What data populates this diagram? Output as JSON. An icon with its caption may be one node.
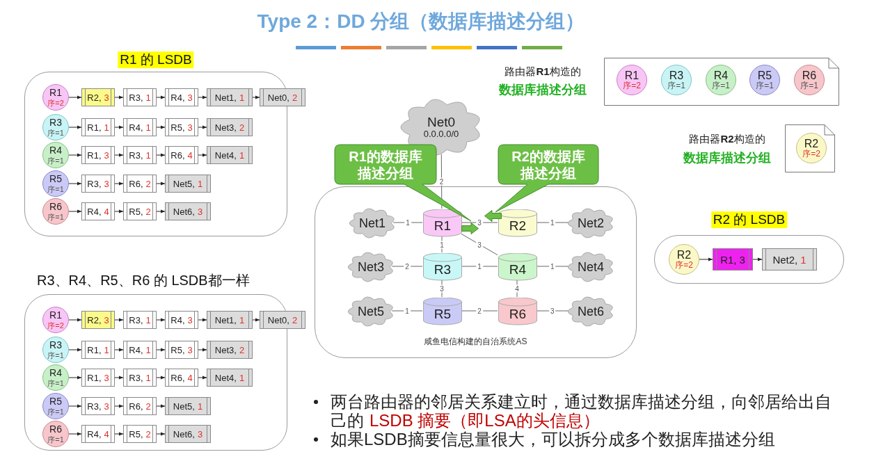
{
  "diagram": {
    "title": "Type 2：DD 分组（数据库描述分组）",
    "nodes": [
      {
        "text": [
          "R1 的 LSDB"
        ]
      },
      {
        "text": [
          "R1",
          "序=2"
        ],
        "in": 0
      },
      {
        "text": [
          "R2,",
          "3"
        ],
        "in": 0
      },
      {
        "text": [
          "R3,",
          "1"
        ],
        "in": 0
      },
      {
        "text": [
          "R4,",
          "3"
        ],
        "in": 0
      },
      {
        "text": [
          "Net1,",
          "1"
        ],
        "in": 0
      },
      {
        "text": [
          "Net0,",
          "2"
        ]
      },
      {
        "text": [
          "R3",
          "序=1"
        ],
        "in": 0
      },
      {
        "text": [
          "R1,",
          "1"
        ],
        "in": 0
      },
      {
        "text": [
          "R4,",
          "1"
        ],
        "in": 0
      },
      {
        "text": [
          "R5,",
          "3"
        ],
        "in": 0
      },
      {
        "text": [
          "Net3,",
          "2"
        ],
        "in": 0
      },
      {
        "text": [
          "R4",
          "序=1"
        ],
        "in": 0
      },
      {
        "text": [
          "R1,",
          "3"
        ],
        "in": 0
      },
      {
        "text": [
          "R3,",
          "1"
        ],
        "in": 0
      },
      {
        "text": [
          "R6,",
          "4"
        ],
        "in": 0
      },
      {
        "text": [
          "Net4,",
          "1"
        ],
        "in": 0
      },
      {
        "text": [
          "R5",
          "序=1"
        ],
        "in": 0
      },
      {
        "text": [
          "R3,",
          "3"
        ],
        "in": 0
      },
      {
        "text": [
          "R6,",
          "2"
        ],
        "in": 0
      },
      {
        "text": [
          "Net5,",
          "1"
        ],
        "in": 0
      },
      {
        "text": [
          "R6",
          "序=1"
        ],
        "in": 0
      },
      {
        "text": [
          "R4,",
          "4"
        ],
        "in": 0
      },
      {
        "text": [
          "R5,",
          "2"
        ],
        "in": 0
      },
      {
        "text": [
          "Net6,",
          "3"
        ],
        "in": 0
      },
      {
        "text": [
          "R3、R4、R5、R6 的 LSDB都一样"
        ]
      },
      {
        "text": [
          "R1",
          "序=2"
        ],
        "in": 25
      },
      {
        "text": [
          "R2,",
          "3"
        ],
        "in": 25
      },
      {
        "text": [
          "R3,",
          "1"
        ],
        "in": 25
      },
      {
        "text": [
          "R4,",
          "3"
        ],
        "in": 25
      },
      {
        "text": [
          "Net1,",
          "1"
        ],
        "in": 25
      },
      {
        "text": [
          "Net0,",
          "2"
        ]
      },
      {
        "text": [
          "R3",
          "序=1"
        ],
        "in": 25
      },
      {
        "text": [
          "R1,",
          "1"
        ],
        "in": 25
      },
      {
        "text": [
          "R4,",
          "1"
        ],
        "in": 25
      },
      {
        "text": [
          "R5,",
          "3"
        ],
        "in": 25
      },
      {
        "text": [
          "Net3,",
          "2"
        ],
        "in": 25
      },
      {
        "text": [
          "R4",
          "序=1"
        ],
        "in": 25
      },
      {
        "text": [
          "R1,",
          "3"
        ],
        "in": 25
      },
      {
        "text": [
          "R3,",
          "1"
        ],
        "in": 25
      },
      {
        "text": [
          "R6,",
          "4"
        ],
        "in": 25
      },
      {
        "text": [
          "Net4,",
          "1"
        ],
        "in": 25
      },
      {
        "text": [
          "R5",
          "序=1"
        ],
        "in": 25
      },
      {
        "text": [
          "R3,",
          "3"
        ],
        "in": 25
      },
      {
        "text": [
          "R6,",
          "2"
        ],
        "in": 25
      },
      {
        "text": [
          "Net5,",
          "1"
        ],
        "in": 25
      },
      {
        "text": [
          "R6",
          "序=1"
        ],
        "in": 25
      },
      {
        "text": [
          "R4,",
          "4"
        ],
        "in": 25
      },
      {
        "text": [
          "R5,",
          "2"
        ],
        "in": 25
      },
      {
        "text": [
          "Net6,",
          "3"
        ],
        "in": 25
      },
      {
        "text": [],
        "shape": "document",
        "beside": [
          "路由器**R1**构造的",
          "数据库描述分组"
        ]
      },
      {
        "text": [
          "R1",
          "序=2"
        ],
        "in": 50
      },
      {
        "text": [
          "R3",
          "序=1"
        ],
        "in": 50
      },
      {
        "text": [
          "R4",
          "序=1"
        ],
        "in": 50
      },
      {
        "text": [
          "R5",
          "序=1"
        ],
        "in": 50
      },
      {
        "text": [
          "R6",
          "序=1"
        ],
        "in": 50
      },
      {
        "text": [],
        "shape": "document",
        "beside": [
          "路由器**R2**构造的",
          "数据库描述分组"
        ]
      },
      {
        "text": [
          "R2",
          "序=2"
        ],
        "in": 56
      },
      {
        "text": [
          "R2 的 LSDB"
        ]
      },
      {
        "text": [
          "R2",
          "序=2"
        ],
        "in": 58
      },
      {
        "text": [
          "R1,",
          "3"
        ],
        "in": 58
      },
      {
        "text": [
          "Net2,",
          "1"
        ],
        "in": 58
      },
      {
        "text": [
          "Net0",
          "0.0.0.0/0"
        ]
      },
      {
        "text": [
          "咸鱼电信构建的自治系统AS"
        ]
      },
      {
        "text": [
          "Net1"
        ],
        "in": 63
      },
      {
        "text": [
          "R1"
        ],
        "in": 63
      },
      {
        "text": [
          "R2"
        ],
        "in": 63
      },
      {
        "text": [
          "Net2"
        ],
        "in": 63
      },
      {
        "text": [
          "Net3"
        ],
        "in": 63
      },
      {
        "text": [
          "R3"
        ],
        "in": 63
      },
      {
        "text": [
          "R4"
        ],
        "in": 63
      },
      {
        "text": [
          "Net4"
        ],
        "in": 63
      },
      {
        "text": [
          "Net5"
        ],
        "in": 63
      },
      {
        "text": [
          "R5"
        ],
        "in": 63
      },
      {
        "text": [
          "R6"
        ],
        "in": 63
      },
      {
        "text": [
          "Net6"
        ],
        "in": 63
      },
      {
        "text": [
          "R1的数据库描述分组"
        ]
      },
      {
        "text": [
          "R2的数据库描述分组"
        ]
      },
      {
        "text": [],
        "shape": "arrow",
        "in": 63
      },
      {
        "text": [],
        "shape": "arrow",
        "in": 63
      }
    ],
    "edges": [
      {
        "from": 1,
        "to": 2,
        "arrow": "to"
      },
      {
        "from": 2,
        "to": 3,
        "arrow": "to"
      },
      {
        "from": 3,
        "to": 4,
        "arrow": "to"
      },
      {
        "from": 4,
        "to": 5,
        "arrow": "to"
      },
      {
        "from": 5,
        "to": 6,
        "arrow": "to"
      },
      {
        "from": 7,
        "to": 8,
        "arrow": "to"
      },
      {
        "from": 8,
        "to": 9,
        "arrow": "to"
      },
      {
        "from": 9,
        "to": 10,
        "arrow": "to"
      },
      {
        "from": 10,
        "to": 11,
        "arrow": "to"
      },
      {
        "from": 12,
        "to": 13,
        "arrow": "to"
      },
      {
        "from": 13,
        "to": 14,
        "arrow": "to"
      },
      {
        "from": 14,
        "to": 15,
        "arrow": "to"
      },
      {
        "from": 15,
        "to": 16,
        "arrow": "to"
      },
      {
        "from": 17,
        "to": 18,
        "arrow": "to"
      },
      {
        "from": 18,
        "to": 19,
        "arrow": "to"
      },
      {
        "from": 19,
        "to": 20,
        "arrow": "to"
      },
      {
        "from": 21,
        "to": 22,
        "arrow": "to"
      },
      {
        "from": 22,
        "to": 23,
        "arrow": "to"
      },
      {
        "from": 23,
        "to": 24,
        "arrow": "to"
      },
      {
        "from": 26,
        "to": 27,
        "arrow": "to"
      },
      {
        "from": 27,
        "to": 28,
        "arrow": "to"
      },
      {
        "from": 28,
        "to": 29,
        "arrow": "to"
      },
      {
        "from": 29,
        "to": 30,
        "arrow": "to"
      },
      {
        "from": 30,
        "to": 31,
        "arrow": "to"
      },
      {
        "from": 32,
        "to": 33,
        "arrow": "to"
      },
      {
        "from": 33,
        "to": 34,
        "arrow": "to"
      },
      {
        "from": 34,
        "to": 35,
        "arrow": "to"
      },
      {
        "from": 35,
        "to": 36,
        "arrow": "to"
      },
      {
        "from": 37,
        "to": 38,
        "arrow": "to"
      },
      {
        "from": 38,
        "to": 39,
        "arrow": "to"
      },
      {
        "from": 39,
        "to": 40,
        "arrow": "to"
      },
      {
        "from": 40,
        "to": 41,
        "arrow": "to"
      },
      {
        "from": 42,
        "to": 43,
        "arrow": "to"
      },
      {
        "from": 43,
        "to": 44,
        "arrow": "to"
      },
      {
        "from": 44,
        "to": 45,
        "arrow": "to"
      },
      {
        "from": 46,
        "to": 47,
        "arrow": "to"
      },
      {
        "from": 47,
        "to": 48,
        "arrow": "to"
      },
      {
        "from": 48,
        "to": 49,
        "arrow": "to"
      },
      {
        "from": 59,
        "to": 60,
        "arrow": "to"
      },
      {
        "from": 60,
        "to": 61,
        "arrow": "to"
      },
      {
        "from": 64,
        "to": 65,
        "arrow": "none",
        "label": "1"
      },
      {
        "from": 65,
        "to": 66,
        "arrow": "none",
        "label": "3"
      },
      {
        "from": 66,
        "to": 67,
        "arrow": "none",
        "label": "1"
      },
      {
        "from": 62,
        "to": 65,
        "arrow": "none",
        "label": "2"
      },
      {
        "from": 65,
        "to": 69,
        "arrow": "none",
        "label": "1"
      },
      {
        "from": 65,
        "to": 70,
        "arrow": "none",
        "label": "3"
      },
      {
        "from": 68,
        "to": 69,
        "arrow": "none",
        "label": "2"
      },
      {
        "from": 69,
        "to": 70,
        "arrow": "none",
        "label": "1"
      },
      {
        "from": 70,
        "to": 71,
        "arrow": "none",
        "label": "1"
      },
      {
        "from": 69,
        "to": 73,
        "arrow": "none",
        "label": "3"
      },
      {
        "from": 70,
        "to": 74,
        "arrow": "none",
        "label": "4"
      },
      {
        "from": 72,
        "to": 73,
        "arrow": "none",
        "label": "1"
      },
      {
        "from": 73,
        "to": 74,
        "arrow": "none",
        "label": "2"
      },
      {
        "from": 74,
        "to": 75,
        "arrow": "none",
        "label": "3"
      }
    ],
    "labels": [
      "两台路由器的邻居关系建立时，通过数据库描述分组，向邻居给出自己的",
      "LSDB 摘要（即LSA的头信息）",
      "如果LSDB摘要信息量很大，可以拆分成多个数据库描述分组"
    ]
  }
}
